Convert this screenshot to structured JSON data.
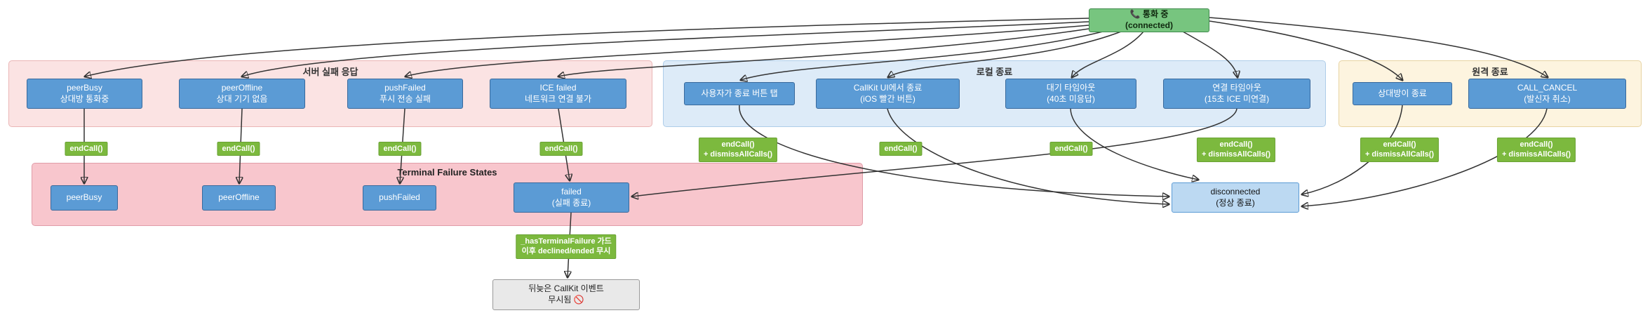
{
  "diagram": {
    "connected": "📞 통화 중\n(connected)",
    "server_failure": {
      "title": "서버 실패 응답",
      "nodes": [
        "peerBusy\n상대방 통화중",
        "peerOffline\n상대 기기 없음",
        "pushFailed\n푸시 전송 실패",
        "ICE failed\n네트워크 연결 불가"
      ],
      "edge_labels": [
        "endCall()",
        "endCall()",
        "endCall()",
        "endCall()"
      ]
    },
    "local_end": {
      "title": "로컬 종료",
      "nodes": [
        "사용자가 종료 버튼 탭",
        "CallKit UI에서 종료\n(iOS 빨간 버튼)",
        "대기 타임아웃\n(40초 미응답)",
        "연결 타임아웃\n(15초 ICE 미연결)"
      ],
      "edge_labels": [
        "endCall()\n+ dismissAllCalls()",
        "endCall()",
        "endCall()",
        "endCall()\n+ dismissAllCalls()"
      ]
    },
    "remote_end": {
      "title": "원격 종료",
      "nodes": [
        "상대방이 종료",
        "CALL_CANCEL\n(발신자 취소)"
      ],
      "edge_labels": [
        "endCall()\n+ dismissAllCalls()",
        "endCall()\n+ dismissAllCalls()"
      ]
    },
    "terminal": {
      "title": "Terminal Failure States",
      "nodes": [
        "peerBusy",
        "peerOffline",
        "pushFailed",
        "failed\n(실패 종료)"
      ]
    },
    "disconnected": "disconnected\n(정상 종료)",
    "guard_label": "_hasTerminalFailure 가드\n이후 declined/ended 무시",
    "late_event": "뒤늦은 CallKit 이벤트\n무시됨 🚫",
    "colors": {
      "trigger_node": "#5b9bd5",
      "connected_node": "#77c57f",
      "disconnected_node": "#bcd9f2",
      "edge_label": "#7cb93e",
      "server_failure_bg": "#fbe3e3",
      "local_end_bg": "#ddebf8",
      "remote_end_bg": "#fdf4df",
      "terminal_bg": "#f8c6cd",
      "late_event_node": "#e9e9e9",
      "edge_line": "#333333"
    }
  }
}
